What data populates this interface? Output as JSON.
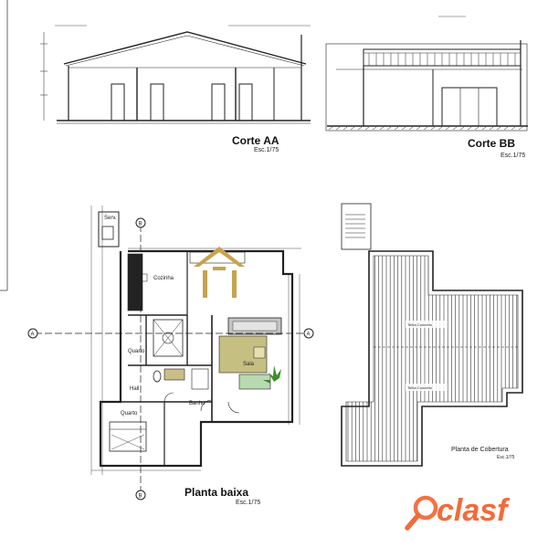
{
  "drawings": {
    "corte_aa": {
      "title": "Corte AA",
      "scale": "Esc.1/75"
    },
    "corte_bb": {
      "title": "Corte BB",
      "scale": "Esc.1/75"
    },
    "planta_baixa": {
      "title": "Planta baixa",
      "scale": "Esc.1/75"
    },
    "planta_cobertura": {
      "title": "Planta de Cobertura",
      "scale": "Esc.1/75"
    }
  },
  "rooms": {
    "cozinha": "Cozinha",
    "sala": "Sala",
    "quarto_1": "Quarto",
    "quarto_2": "Quarto",
    "banho": "Banho",
    "servico": "Serv.",
    "hall": "Hall"
  },
  "roof_labels": {
    "upper": "Telha Concreto",
    "lower": "Telha Concreto"
  },
  "section_markers": [
    "A",
    "A",
    "B",
    "B"
  ],
  "watermark": {
    "brand": "clasf",
    "colors": {
      "primary": "#f26b3a",
      "ring": "#ee5a2a"
    }
  },
  "center_mark": {
    "color": "#c8a24e"
  }
}
